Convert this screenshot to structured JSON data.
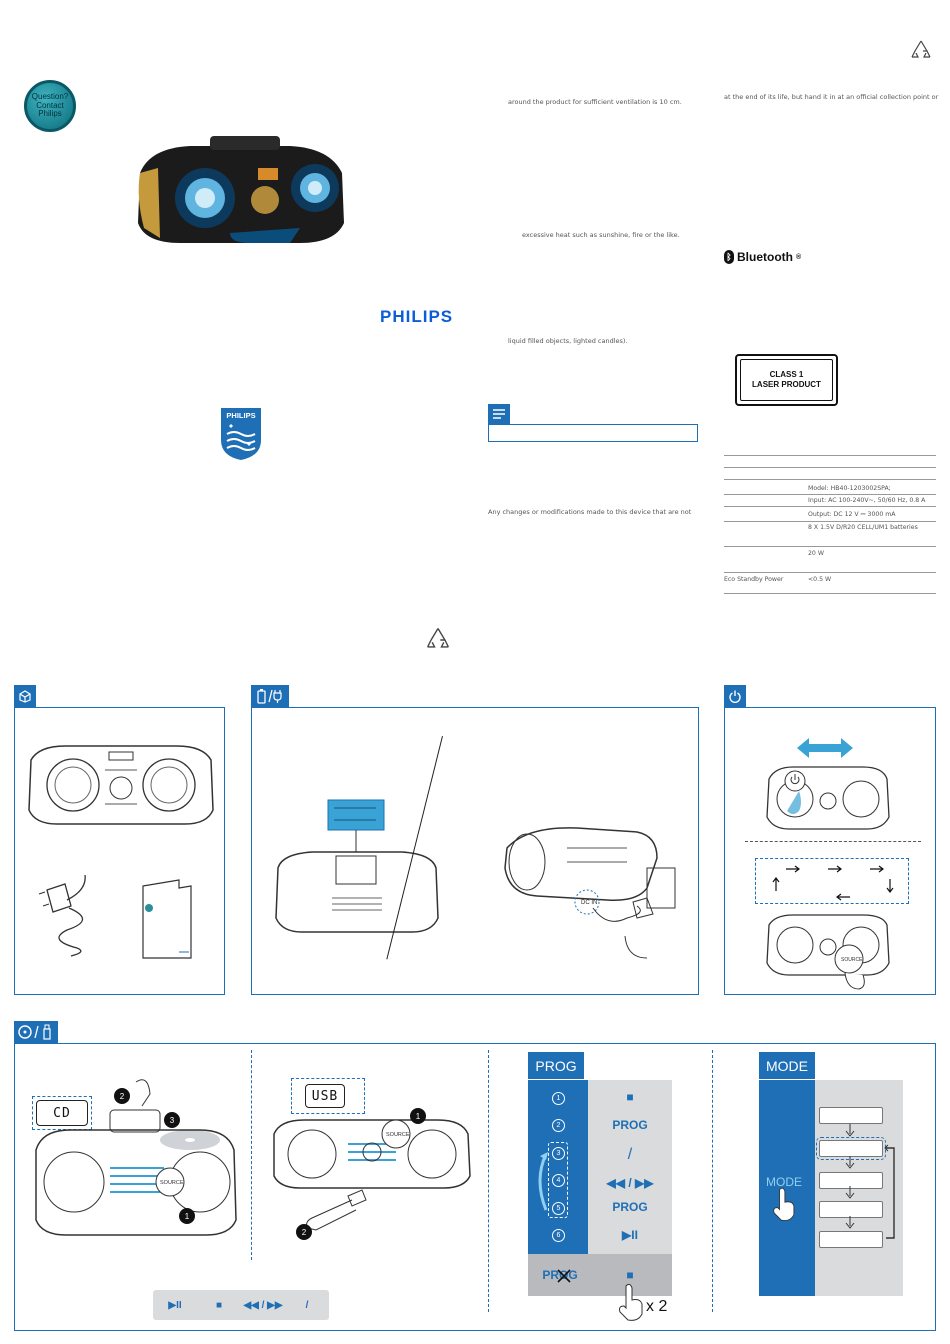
{
  "question_badge": {
    "line1": "Question?",
    "line2": "Contact",
    "line3": "Philips"
  },
  "brand": {
    "wordmark": "PHILIPS",
    "shield_text": "PHILIPS"
  },
  "text_blocks": {
    "ventilation": "around the product for sufficient ventilation is 10 cm.",
    "heat": "excessive heat such as sunshine, fire or the like.",
    "liquid": "liquid filled objects, lighted candles).",
    "changes": "Any changes or modifications made to this device that are not",
    "end_of_life": "at the end of its life, but hand it in at an official collection point or"
  },
  "bluetooth": {
    "label": "Bluetooth",
    "mark": "®"
  },
  "laser_label": {
    "line1": "CLASS 1",
    "line2": "LASER PRODUCT"
  },
  "specs": [
    {
      "key": "",
      "value": ""
    },
    {
      "key": "",
      "value": ""
    },
    {
      "key": "",
      "value": "Model: HB40-1203002SPA;"
    },
    {
      "key": "",
      "value": "Input: AC 100-240V~, 50/60 Hz, 0.8 A"
    },
    {
      "key": "",
      "value": "Output: DC 12 V ⎓ 3000 mA"
    },
    {
      "key": "",
      "value": "8 X 1.5V D/R20 CELL/UM1 batteries"
    },
    {
      "key": "",
      "value": "20 W"
    },
    {
      "key": "Eco Standby Power",
      "value": "<0.5 W"
    }
  ],
  "panels": {
    "box_icon": "box-icon",
    "power_icon": "battery-plug-icon",
    "standby_icon": "power-icon",
    "disc_usb_icon": "disc-usb-icon"
  },
  "source_label": "SOURCE",
  "dc_in_label": "DC IN",
  "lcd_cd": "CD",
  "lcd_usb": "USB",
  "steps": {
    "one": "1",
    "two": "2",
    "three": "3"
  },
  "prog": {
    "header": "PROG",
    "numbers": [
      "1",
      "2",
      "3",
      "4",
      "5",
      "6"
    ],
    "actions": [
      "■",
      "PROG",
      "/",
      "◀◀ / ▶▶",
      "PROG",
      "▶II"
    ],
    "cancel_label": "PROG",
    "stop": "■",
    "times": "x 2"
  },
  "mode": {
    "header": "MODE",
    "button_label": "MODE"
  },
  "controls": [
    "▶II",
    "■",
    "◀◀ / ▶▶",
    "/"
  ]
}
